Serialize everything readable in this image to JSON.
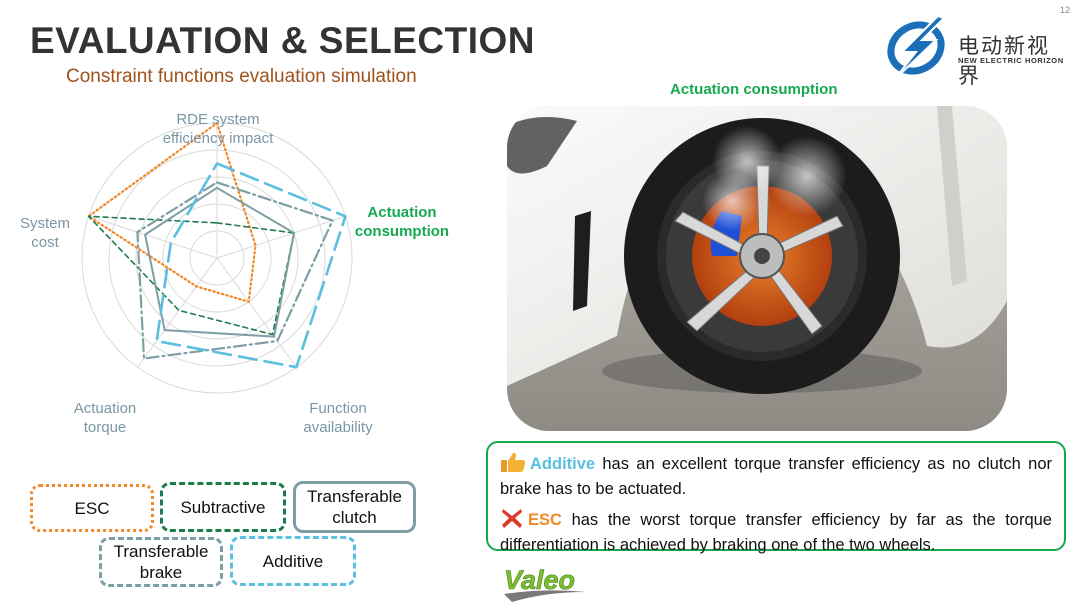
{
  "page_number": "12",
  "title": "EVALUATION & SELECTION",
  "subtitle": "Constraint functions evaluation simulation",
  "logo": {
    "cn": "电动新视界",
    "en": "NEW ELECTRIC HORIZON"
  },
  "photo_title": "Actuation consumption",
  "notes": {
    "additive_kw": "Additive",
    "additive_text": " has an excellent torque transfer efficiency as no clutch nor brake has to be actuated.",
    "esc_kw": "ESC",
    "esc_text": " has the worst torque transfer efficiency by far as the torque differentiation is achieved by braking one of the two wheels."
  },
  "brand": "Valeo",
  "colors": {
    "esc": "#f0892a",
    "subtractive": "#1d7a4a",
    "transferable": "#7d9ea5",
    "additive": "#5bbfe0",
    "highlight": "#16a84f"
  },
  "chart_data": {
    "type": "radar",
    "axes": [
      {
        "label_lines": [
          "RDE system",
          "efficiency impact"
        ],
        "highlight": false
      },
      {
        "label_lines": [
          "Actuation",
          "consumption"
        ],
        "highlight": true
      },
      {
        "label_lines": [
          "Function",
          "availability"
        ],
        "highlight": false
      },
      {
        "label_lines": [
          "Actuation",
          "torque"
        ],
        "highlight": false
      },
      {
        "label_lines": [
          "System",
          "cost"
        ],
        "highlight": false
      }
    ],
    "grid_levels": 5,
    "range": [
      0,
      5
    ],
    "series": [
      {
        "name": "ESC",
        "style": "dotted",
        "color": "#f0892a",
        "values": [
          5,
          1.5,
          2,
          1.3,
          5
        ]
      },
      {
        "name": "Subtractive",
        "style": "dashed",
        "color": "#1d7a4a",
        "values": [
          1.3,
          3,
          3.5,
          2.4,
          5
        ]
      },
      {
        "name": "Transferable clutch",
        "style": "solid",
        "color": "#7d9ea5",
        "values": [
          2.6,
          3,
          3.6,
          3.3,
          2.8
        ]
      },
      {
        "name": "Transferable brake",
        "style": "dashdot",
        "color": "#7d9ea5",
        "values": [
          2.8,
          4.5,
          3.8,
          4.6,
          3.1
        ]
      },
      {
        "name": "Additive",
        "style": "longdash",
        "color": "#5bbfe0",
        "values": [
          3.5,
          5,
          5,
          3.8,
          1.8
        ]
      }
    ]
  },
  "legend": {
    "esc": "ESC",
    "subtractive": "Subtractive",
    "transferable_clutch": [
      "Transferable",
      "clutch"
    ],
    "transferable_brake": [
      "Transferable",
      "brake"
    ],
    "additive": "Additive"
  }
}
